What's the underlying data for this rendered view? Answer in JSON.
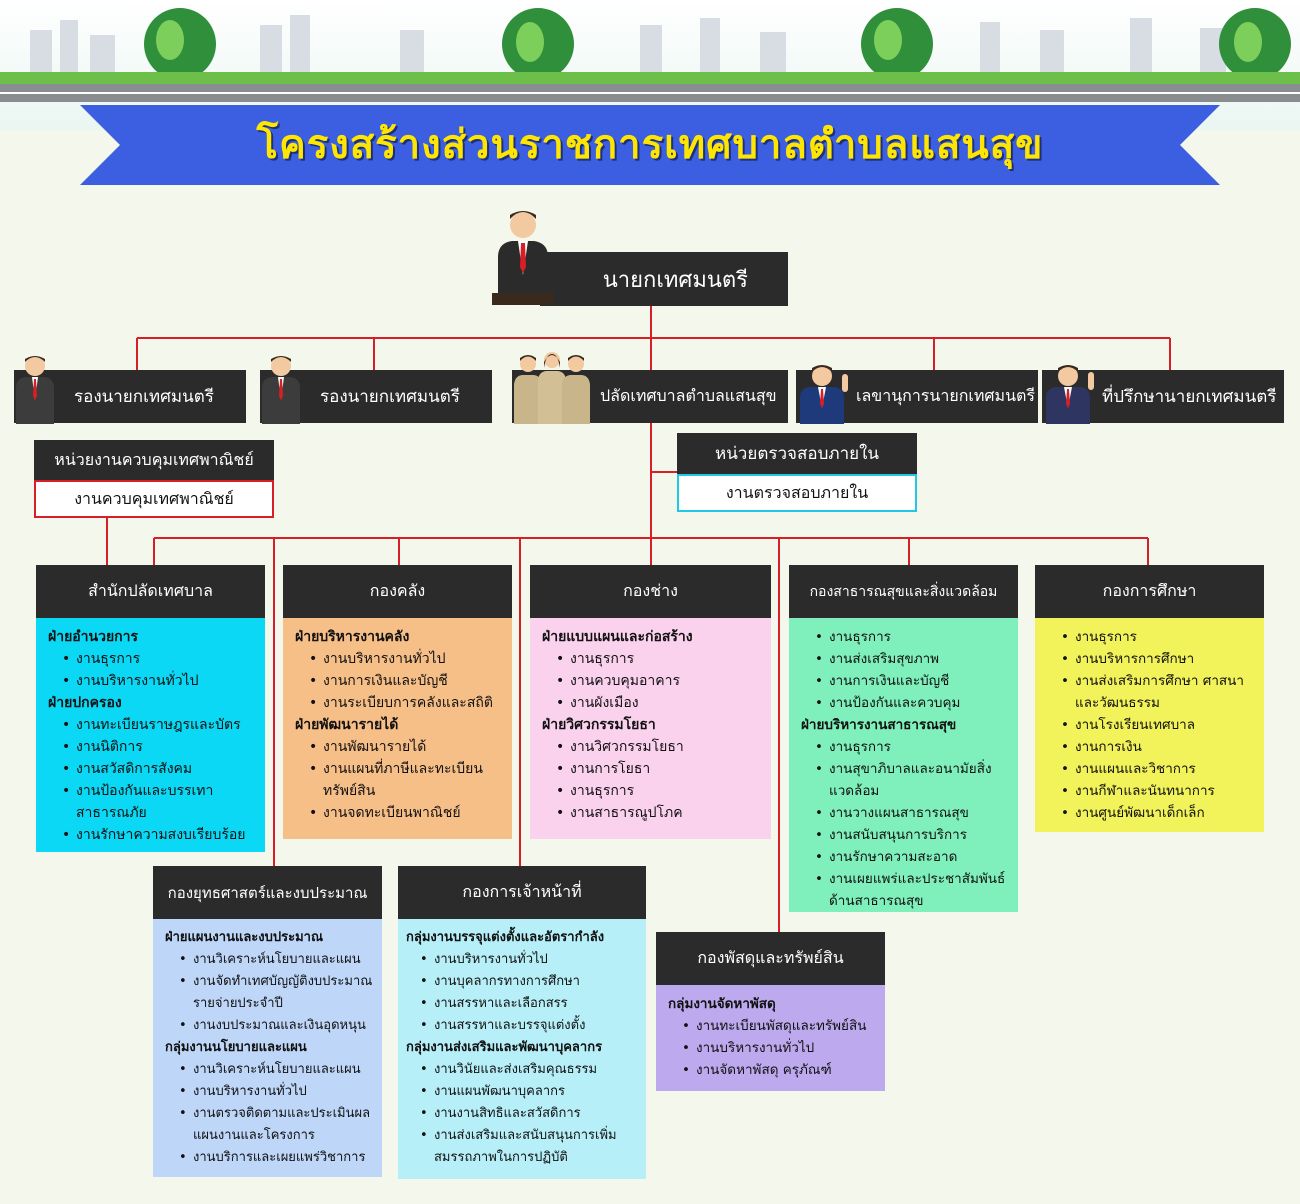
{
  "title": "โครงสร้างส่วนราชการเทศบาลตำบลแสนสุข",
  "mayor": "นายกเทศมนตรี",
  "top_row": [
    {
      "label": "รองนายกเทศมนตรี"
    },
    {
      "label": "รองนายกเทศมนตรี"
    },
    {
      "label": "ปลัดเทศบาลตำบลแสนสุข"
    },
    {
      "label": "เลขานุการนายกเทศมนตรี"
    },
    {
      "label": "ที่ปรึกษานายกเทศมนตรี"
    }
  ],
  "commerce_unit": {
    "header": "หน่วยงานควบคุมเทศพาณิชย์",
    "item": "งานควบคุมเทศพาณิชย์"
  },
  "audit_unit": {
    "header": "หน่วยตรวจสอบภายใน",
    "item": "งานตรวจสอบภายใน"
  },
  "colors": {
    "line": "#d61f26",
    "dark": "#2b2b2b",
    "cyan": "#0ad8f5",
    "orange": "#f7bf88",
    "pink": "#fbd2ee",
    "green": "#7ff0bc",
    "yellow": "#f2f25a",
    "lightblue": "#bed6f8",
    "lightcyan": "#b7eff8",
    "purple": "#bda9ee",
    "banner": "#3b5fe0",
    "title": "#ffe600"
  },
  "departments": [
    {
      "name": "สำนักปลัดเทศบาล",
      "color": "#0ad8f5",
      "sections": [
        {
          "title": "ฝ่ายอำนวยการ",
          "items": [
            "งานธุรการ",
            "งานบริหารงานทั่วไป"
          ]
        },
        {
          "title": "ฝ่ายปกครอง",
          "items": [
            "งานทะเบียนราษฎรและบัตร",
            "งานนิติการ",
            "งานสวัสดิการสังคม",
            "งานป้องกันและบรรเทา\nสาธารณภัย",
            "งานรักษาความสงบเรียบร้อย"
          ]
        }
      ]
    },
    {
      "name": "กองคลัง",
      "color": "#f7bf88",
      "sections": [
        {
          "title": "ฝ่ายบริหารงานคลัง",
          "items": [
            "งานบริหารงานทั่วไป",
            "งานการเงินและบัญชี",
            "งานระเบียบการคลังและสถิติ"
          ]
        },
        {
          "title": "ฝ่ายพัฒนารายได้",
          "items": [
            "งานพัฒนารายได้",
            "งานแผนที่ภาษีและทะเบียน\nทรัพย์สิน",
            "งานจดทะเบียนพาณิชย์"
          ]
        }
      ]
    },
    {
      "name": "กองช่าง",
      "color": "#fbd2ee",
      "sections": [
        {
          "title": "ฝ่ายแบบแผนและก่อสร้าง",
          "items": [
            "งานธุรการ",
            "งานควบคุมอาคาร",
            "งานผังเมือง"
          ]
        },
        {
          "title": "ฝ่ายวิศวกรรมโยธา",
          "items": [
            "งานวิศวกรรมโยธา",
            "งานการโยธา",
            "งานธุรการ",
            "งานสาธารณูปโภค"
          ]
        }
      ]
    },
    {
      "name": "กองสาธารณสุขและสิ่งแวดล้อม",
      "color": "#7ff0bc",
      "sections": [
        {
          "title": "",
          "items": [
            "งานธุรการ",
            "งานส่งเสริมสุขภาพ",
            "งานการเงินและบัญชี",
            "งานป้องกันและควบคุม"
          ]
        },
        {
          "title": "ฝ่ายบริหารงานสาธารณสุข",
          "items": [
            "งานธุรการ",
            "งานสุขาภิบาลและอนามัยสิ่ง\nแวดล้อม",
            "งานวางแผนสาธารณสุข",
            "งานสนับสนุนการบริการ",
            "งานรักษาความสะอาด",
            "งานเผยแพร่และประชาสัมพันธ์\nด้านสาธารณสุข"
          ]
        }
      ]
    },
    {
      "name": "กองการศึกษา",
      "color": "#f2f25a",
      "sections": [
        {
          "title": "",
          "items": [
            "งานธุรการ",
            "งานบริหารการศึกษา",
            "งานส่งเสริมการศึกษา ศาสนา\nและวัฒนธรรม",
            "งานโรงเรียนเทศบาล",
            "งานการเงิน",
            "งานแผนและวิชาการ",
            "งานกีฬาและนันทนาการ",
            "งานศูนย์พัฒนาเด็กเล็ก"
          ]
        }
      ]
    },
    {
      "name": "กองยุทธศาสตร์และงบประมาณ",
      "color": "#bed6f8",
      "sections": [
        {
          "title": "ฝ่ายแผนงานและงบประมาณ",
          "items": [
            "งานวิเคราะห์นโยบายและแผน",
            "งานจัดทำเทศบัญญัติงบประมาณ\nรายจ่ายประจำปี",
            "งานงบประมาณและเงินอุดหนุน"
          ]
        },
        {
          "title": "กลุ่มงานนโยบายและแผน",
          "items": [
            "งานวิเคราะห์นโยบายและแผน",
            "งานบริหารงานทั่วไป",
            "งานตรวจติดตามและประเมินผล\nแผนงานและโครงการ",
            "งานบริการและเผยแพร่วิชาการ"
          ]
        }
      ]
    },
    {
      "name": "กองการเจ้าหน้าที่",
      "color": "#b7eff8",
      "sections": [
        {
          "title": "กลุ่มงานบรรจุแต่งตั้งและอัตรากำลัง",
          "items": [
            "งานบริหารงานทั่วไป",
            "งานบุคลากรทางการศึกษา",
            "งานสรรหาและเลือกสรร",
            "งานสรรหาและบรรจุแต่งตั้ง"
          ]
        },
        {
          "title": "กลุ่มงานส่งเสริมและพัฒนาบุคลากร",
          "items": [
            "งานวินัยและส่งเสริมคุณธรรม",
            "งานแผนพัฒนาบุคลากร",
            "งานงานสิทธิและสวัสดิการ",
            "งานส่งเสริมและสนับสนุนการเพิ่ม\nสมรรถภาพในการปฏิบัติ"
          ]
        }
      ]
    },
    {
      "name": "กองพัสดุและทรัพย์สิน",
      "color": "#bda9ee",
      "sections": [
        {
          "title": "กลุ่มงานจัดหาพัสดุ",
          "items": [
            "งานทะเบียนพัสดุและทรัพย์สิน",
            "งานบริหารงานทั่วไป",
            "งานจัดหาพัสดุ ครุภัณฑ์"
          ]
        }
      ]
    }
  ]
}
